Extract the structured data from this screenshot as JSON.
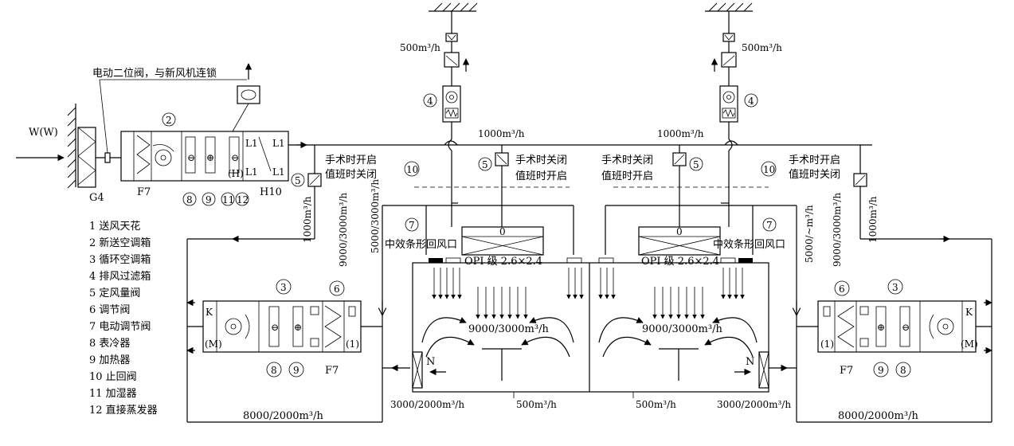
{
  "labels": {
    "wind": "W(W)",
    "valve_note": "电动二位阀，与新风机连锁",
    "g4": "G4",
    "f7_left": "F7",
    "h10": "H10",
    "f7_ahu_left": "F7",
    "f7_ahu_right": "F7",
    "exhaust_flow_left": "500m³/h",
    "exhaust_flow_right": "500m³/h",
    "supply_1000_left": "1000m³/h",
    "supply_1000_right": "1000m³/h",
    "branch_1000_left": "1000m³/h",
    "branch_1000_right": "1000m³/h",
    "flow_9000_left": "9000/3000m³/h",
    "flow_9000_right": "9000/3000m³/h",
    "flow_5000_left": "5000/3000m³/h",
    "flow_5000_right": "5000/~m³/h",
    "room_flow_left": "9000/3000m³/h",
    "room_flow_right": "9000/3000m³/h",
    "return_left": "3000/2000m³/h",
    "return_right": "3000/2000m³/h",
    "bottom_500_left": "500m³/h",
    "bottom_500_right": "500m³/h",
    "loop_8000_left": "8000/2000m³/h",
    "loop_8000_right": "8000/2000m³/h",
    "op_open": "手术时开启",
    "duty_close": "值班时关闭",
    "op_close": "手术时关闭",
    "duty_open": "值班时开启",
    "return_grille_left": "中效条形回风口",
    "return_grille_right": "中效条形回风口",
    "opi_left": "OPI 级 2.6×2.4",
    "opi_right": "OPI 级 2.6×2.4",
    "zero_left": "0",
    "zero_right": "0",
    "n_left": "N",
    "n_right": "N",
    "k_left": "K",
    "k_right": "K"
  },
  "markers": {
    "c2": "2",
    "c3_left": "3",
    "c3_right": "3",
    "c4_left": "4",
    "c4_right": "4",
    "c5_a": "5",
    "c5_b": "5",
    "c5_c": "5",
    "c6_left": "6",
    "c6_right": "6",
    "c7_left": "7",
    "c7_right": "7",
    "c8_a": "8",
    "c8_b": "8",
    "c8_c": "8",
    "c9_a": "9",
    "c9_b": "9",
    "c9_c": "9",
    "c10_left": "10",
    "c10_right": "10",
    "c11": "11",
    "c12": "12"
  },
  "legend": [
    "1 送风天花",
    "2 新送空调箱",
    "3 循环空调箱",
    "4 排风过滤箱",
    "5 定风量阀",
    "6 调节阀",
    "7 电动调节阀",
    "8 表冷器",
    "9 加热器",
    "10 止回阀",
    "11 加湿器",
    "12 直接蒸发器"
  ]
}
